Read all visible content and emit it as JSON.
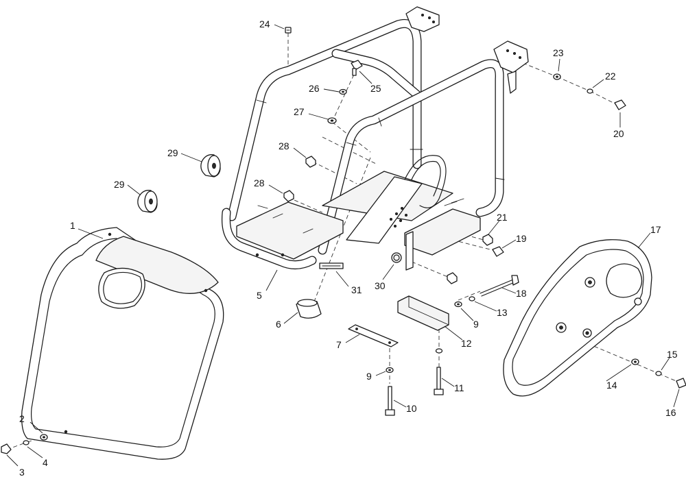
{
  "diagram": {
    "callouts": [
      {
        "id": "c1",
        "label": "1"
      },
      {
        "id": "c2",
        "label": "2"
      },
      {
        "id": "c3",
        "label": "3"
      },
      {
        "id": "c4",
        "label": "4"
      },
      {
        "id": "c5",
        "label": "5"
      },
      {
        "id": "c6",
        "label": "6"
      },
      {
        "id": "c7",
        "label": "7"
      },
      {
        "id": "c9a",
        "label": "9"
      },
      {
        "id": "c9b",
        "label": "9"
      },
      {
        "id": "c10",
        "label": "10"
      },
      {
        "id": "c11",
        "label": "11"
      },
      {
        "id": "c12",
        "label": "12"
      },
      {
        "id": "c13",
        "label": "13"
      },
      {
        "id": "c14",
        "label": "14"
      },
      {
        "id": "c15",
        "label": "15"
      },
      {
        "id": "c16",
        "label": "16"
      },
      {
        "id": "c17",
        "label": "17"
      },
      {
        "id": "c18",
        "label": "18"
      },
      {
        "id": "c19",
        "label": "19"
      },
      {
        "id": "c20",
        "label": "20"
      },
      {
        "id": "c21",
        "label": "21"
      },
      {
        "id": "c22",
        "label": "22"
      },
      {
        "id": "c23",
        "label": "23"
      },
      {
        "id": "c24",
        "label": "24"
      },
      {
        "id": "c25",
        "label": "25"
      },
      {
        "id": "c26",
        "label": "26"
      },
      {
        "id": "c27",
        "label": "27"
      },
      {
        "id": "c28a",
        "label": "28"
      },
      {
        "id": "c28b",
        "label": "28"
      },
      {
        "id": "c29a",
        "label": "29"
      },
      {
        "id": "c29b",
        "label": "29"
      },
      {
        "id": "c30",
        "label": "30"
      },
      {
        "id": "c31",
        "label": "31"
      }
    ]
  }
}
